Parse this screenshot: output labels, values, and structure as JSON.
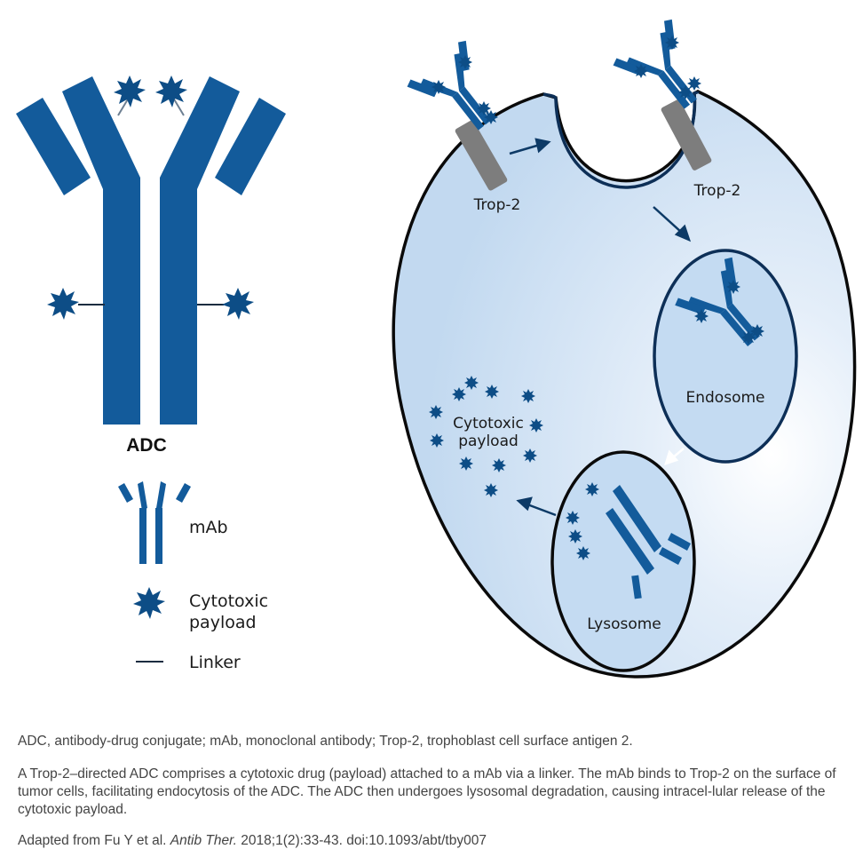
{
  "diagram": {
    "adc_label": "ADC",
    "legend": {
      "mab": "mAb",
      "payload_line1": "Cytotoxic",
      "payload_line2": "payload",
      "linker": "Linker"
    },
    "cell": {
      "trop2_left": "Trop-2",
      "trop2_right": "Trop-2",
      "endosome": "Endosome",
      "lysosome": "Lysosome",
      "payload_line1": "Cytotoxic",
      "payload_line2": "payload"
    }
  },
  "colors": {
    "antibody_blue": "#135b9b",
    "payload_navy": "#0d4d86",
    "cell_fill": "#c9def3",
    "cell_outline": "#0a0a0a",
    "membrane_navy": "#0d2f57",
    "trop2_gray": "#7d7d7d"
  },
  "footnotes": {
    "abbreviations": "ADC, antibody-drug conjugate; mAb, monoclonal antibody; Trop-2, trophoblast cell surface antigen 2.",
    "description": "A Trop-2–directed ADC comprises a cytotoxic drug (payload) attached to a mAb via a linker. The mAb binds to Trop-2 on the surface of tumor cells, facilitating endocytosis of the ADC. The ADC then undergoes lysosomal degradation, causing intracel-lular release of the cytotoxic payload.",
    "source_prefix": "Adapted from Fu Y et al. ",
    "source_journal": "Antib Ther.",
    "source_suffix": " 2018;1(2):33-43. doi:10.1093/abt/tby007"
  }
}
